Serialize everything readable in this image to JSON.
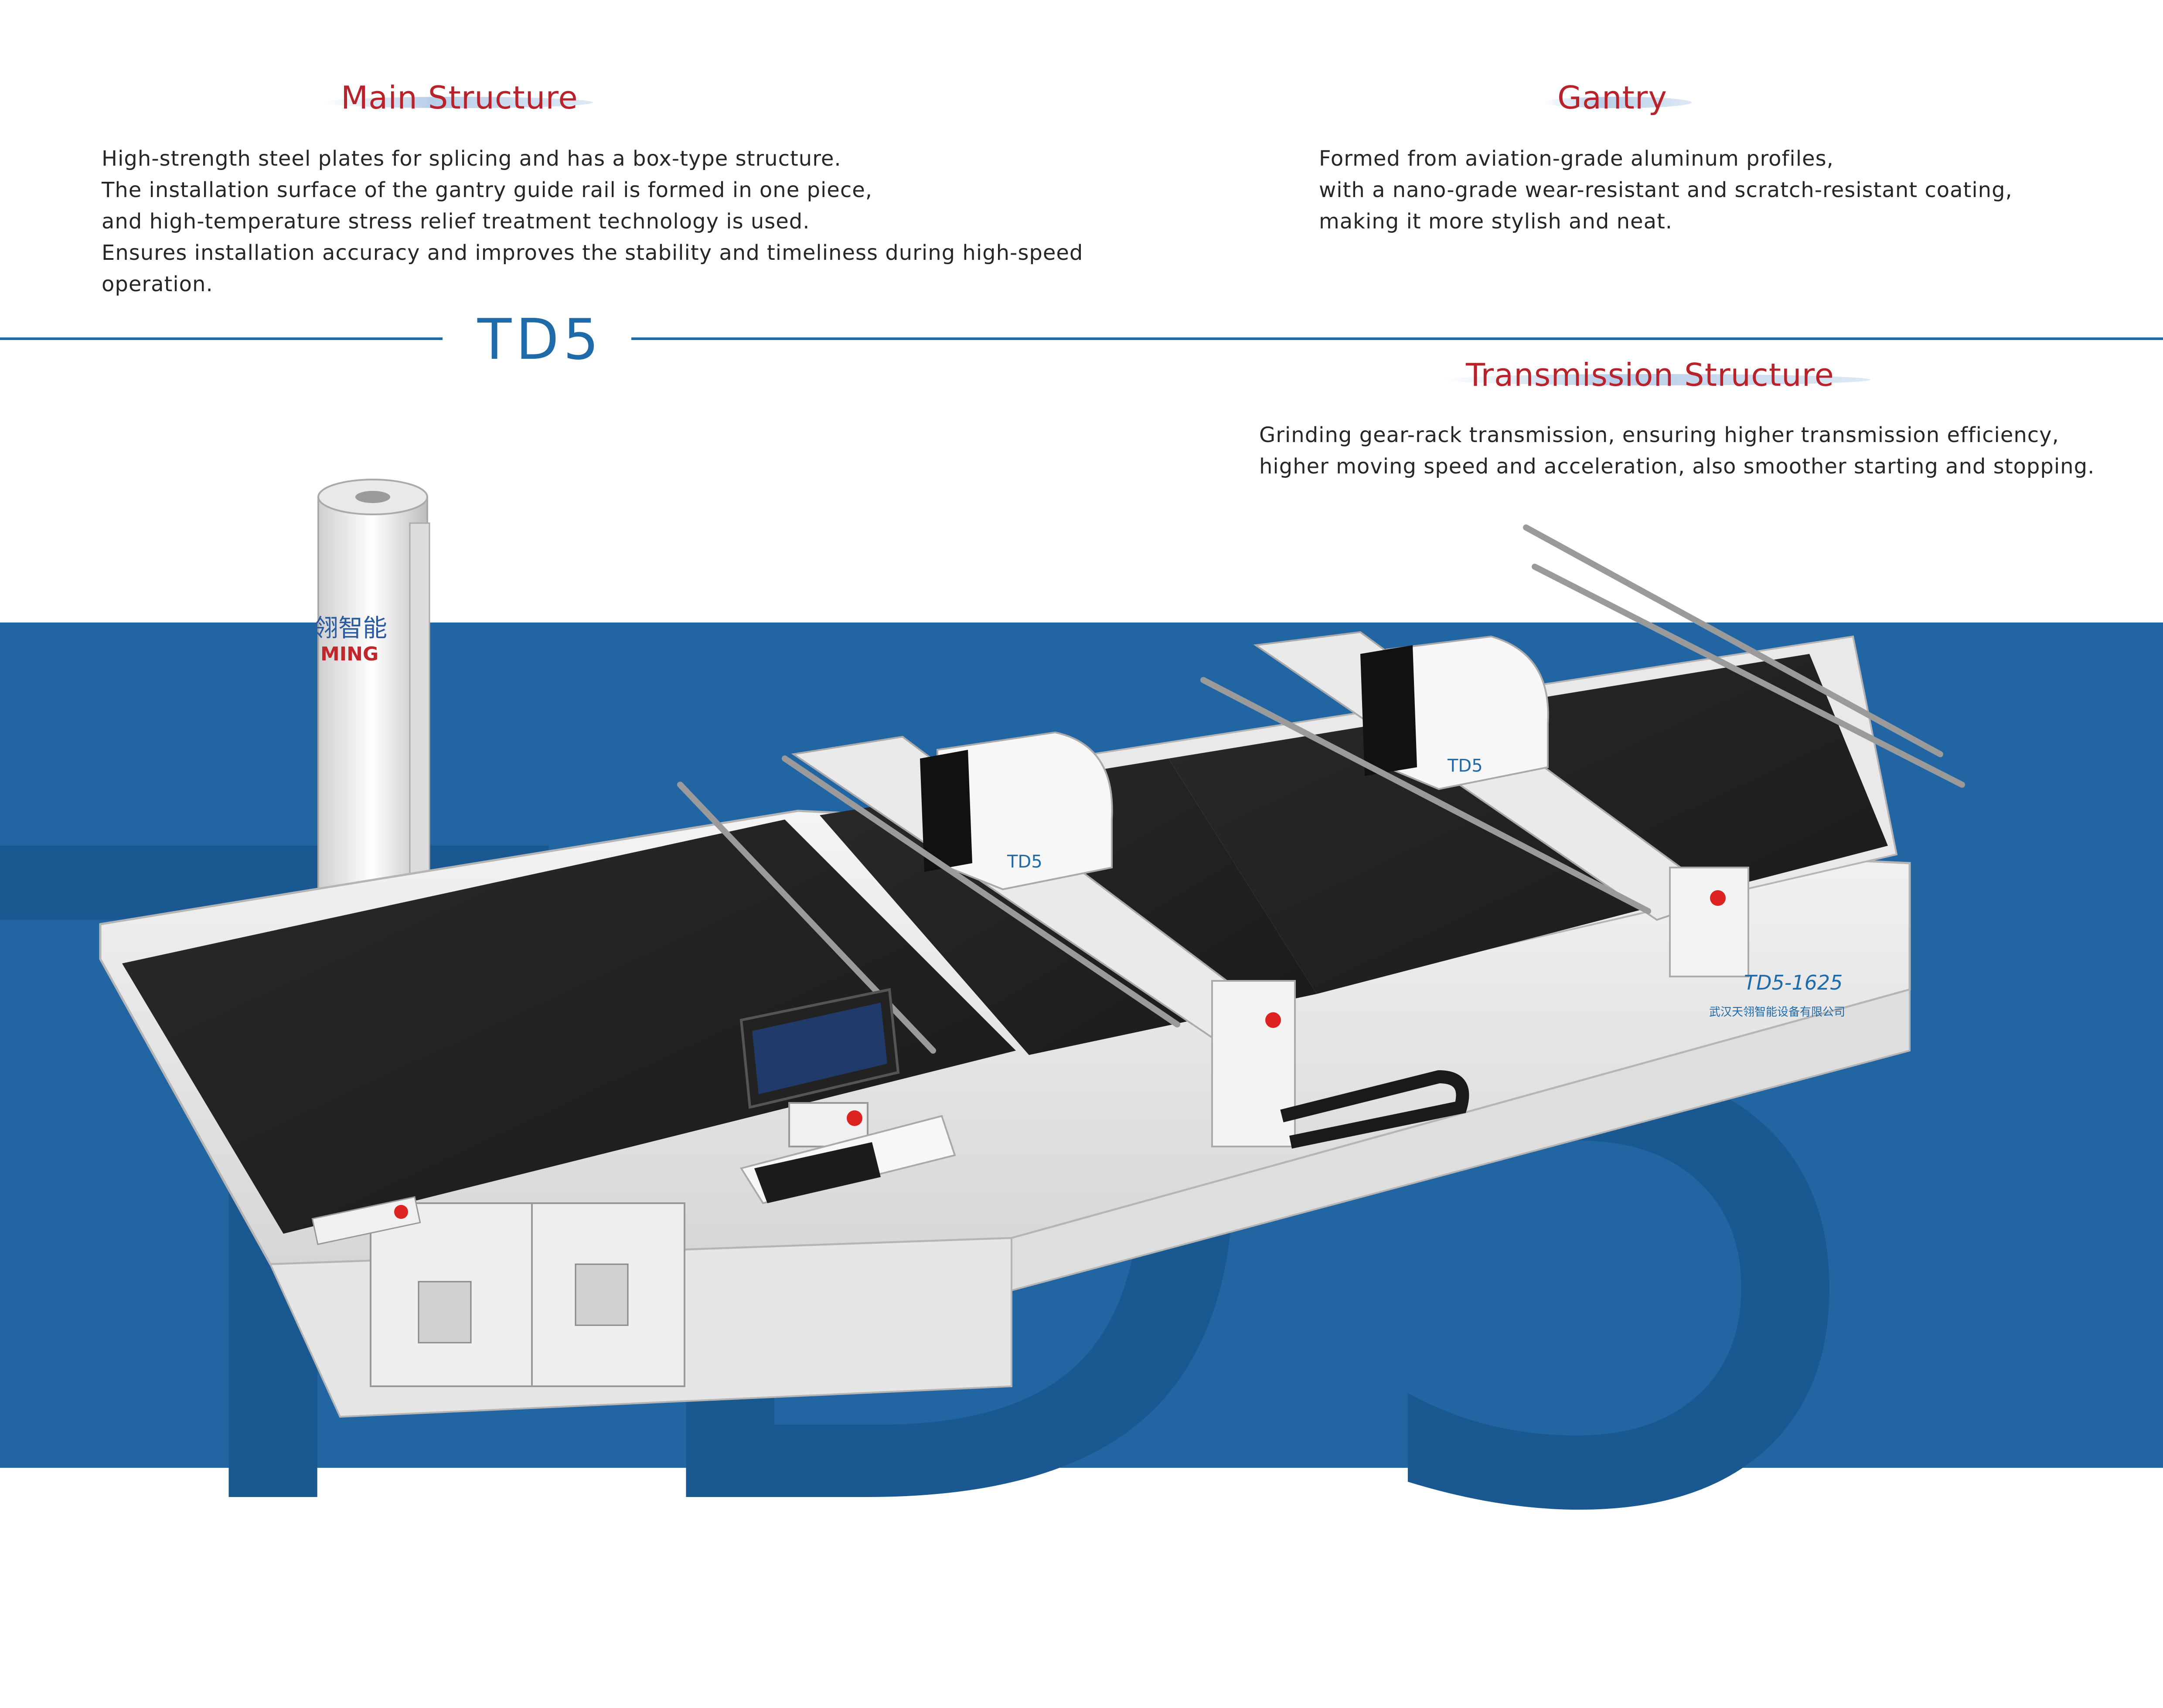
{
  "brand": {
    "model": "TD5",
    "rule_color": "#1f6aa8"
  },
  "main_structure": {
    "title": "Main Structure",
    "lines": [
      "High-strength steel plates for splicing and has a box-type structure.",
      "The installation surface of the gantry guide rail is formed in one piece,",
      "and high-temperature stress relief treatment technology is used.",
      "Ensures installation accuracy and improves the stability and timeliness during high-speed",
      "operation."
    ]
  },
  "gantry": {
    "title": "Gantry",
    "lines": [
      "Formed from aviation-grade aluminum profiles,",
      "with a nano-grade wear-resistant and scratch-resistant coating,",
      "making it more stylish and neat."
    ]
  },
  "transmission_structure": {
    "title": "Transmission Structure",
    "lines": [
      "Grinding gear-rack transmission, ensuring higher transmission efficiency,",
      "higher moving speed and acceleration, also smoother starting and stopping."
    ]
  },
  "background": {
    "watermark": "TD5",
    "band_color": "#2166a2"
  },
  "machine": {
    "nameplate_model": "TD5-1625",
    "nameplate_company": "武汉天翎智能设备有限公司",
    "head_label": "TD5",
    "roll_brand_cn": "翎智能",
    "roll_brand_en": "MING"
  },
  "colors": {
    "title_red": "#b8232b",
    "blue": "#1f6aa8"
  }
}
